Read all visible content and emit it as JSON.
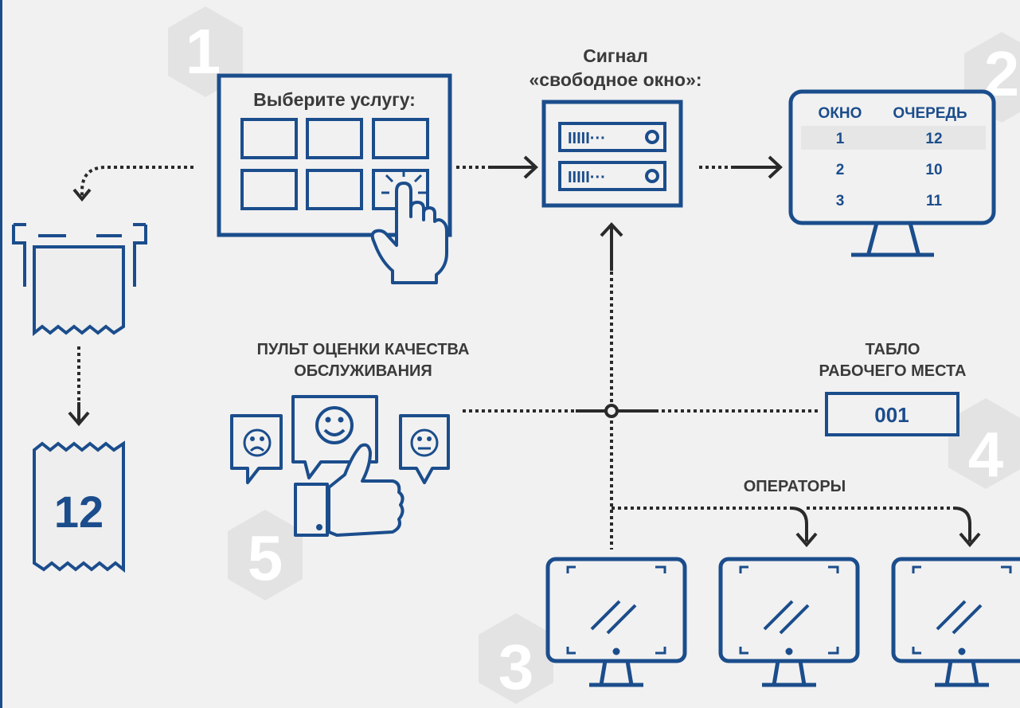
{
  "colors": {
    "primary": "#1b4d8c",
    "line": "#2a2a2a",
    "text": "#3a3a3a",
    "hex_bg": "#e3e3e3",
    "hex_num": "#ffffff",
    "fill_light": "#eeeeee",
    "background": "#f1f1f1"
  },
  "steps": {
    "one": "1",
    "two": "2",
    "three": "3",
    "four": "4",
    "five": "5"
  },
  "kiosk": {
    "title": "Выберите услугу:"
  },
  "server": {
    "title_line1": "Сигнал",
    "title_line2": "«свободное окно»:",
    "unit_label": "IIIII···"
  },
  "queue_display": {
    "headers": [
      "ОКНО",
      "ОЧЕРЕДЬ"
    ],
    "rows": [
      [
        "1",
        "12"
      ],
      [
        "2",
        "10"
      ],
      [
        "3",
        "11"
      ]
    ]
  },
  "ticket": {
    "number": "12"
  },
  "feedback": {
    "title_line1": "ПУЛЬТ ОЦЕНКИ КАЧЕСТВА",
    "title_line2": "ОБСЛУЖИВАНИЯ"
  },
  "workplace_display": {
    "title_line1": "ТАБЛО",
    "title_line2": "РАБОЧЕГО МЕСТА",
    "value": "001"
  },
  "operators": {
    "title": "ОПЕРАТОРЫ"
  }
}
